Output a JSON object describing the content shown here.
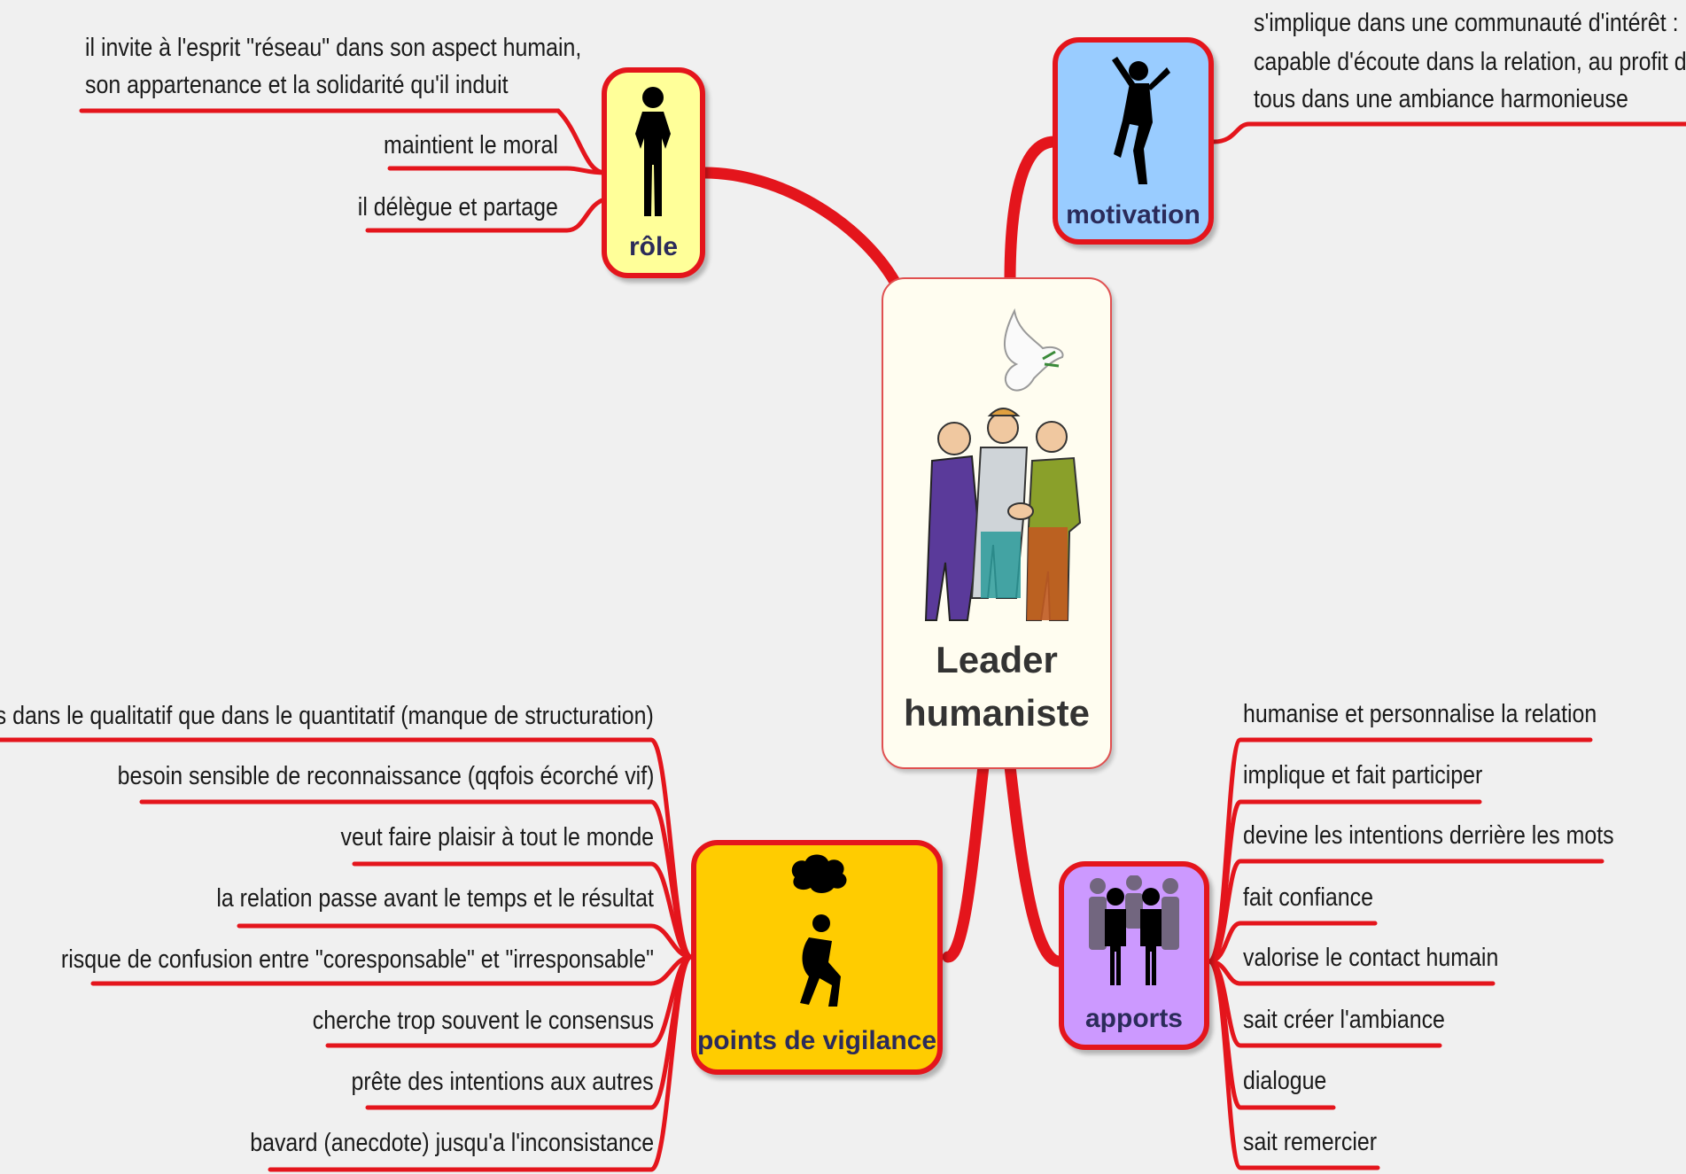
{
  "central": {
    "title_line1": "Leader",
    "title_line2": "humaniste",
    "image": "handshake-people-dove-icon"
  },
  "branches": {
    "role": {
      "title": "rôle",
      "color": "#ffff99",
      "icon": "standing-person-icon",
      "items": [
        "il invite à l'esprit \"réseau\" dans son aspect humain,",
        "son appartenance et la solidarité qu'il induit",
        "maintient le moral",
        "il délègue et partage"
      ]
    },
    "motivation": {
      "title": "motivation",
      "color": "#99ccff",
      "icon": "jumping-person-icon",
      "items": [
        "s'implique dans une communauté d'intérêt :",
        "capable d'écoute dans la relation, au profit de",
        "tous dans une ambiance harmonieuse"
      ]
    },
    "vigilance": {
      "title": "points de vigilance",
      "color": "#ffcc00",
      "icon": "sad-person-cloud-icon",
      "items": [
        "plus dans le qualitatif que dans le quantitatif (manque de structuration)",
        "besoin sensible de reconnaissance (qqfois écorché vif)",
        "veut faire plaisir à tout le monde",
        "la relation passe avant le temps et le résultat",
        "risque de confusion entre \"coresponsable\" et \"irresponsable\"",
        "cherche trop souvent le consensus",
        "prête des intentions aux autres",
        "bavard (anecdote) jusqu'a l'inconsistance"
      ]
    },
    "apports": {
      "title": "apports",
      "color": "#cc99ff",
      "icon": "group-people-icon",
      "items": [
        "humanise et personnalise  la relation",
        "implique et fait participer",
        "devine les intentions derrière les mots",
        "fait confiance",
        "valorise le contact humain",
        "sait créer l'ambiance",
        "dialogue",
        "sait remercier"
      ]
    }
  },
  "colors": {
    "branch_line": "#e4151c",
    "text": "#1a1a1a",
    "node_title": "#2b2b5a"
  }
}
